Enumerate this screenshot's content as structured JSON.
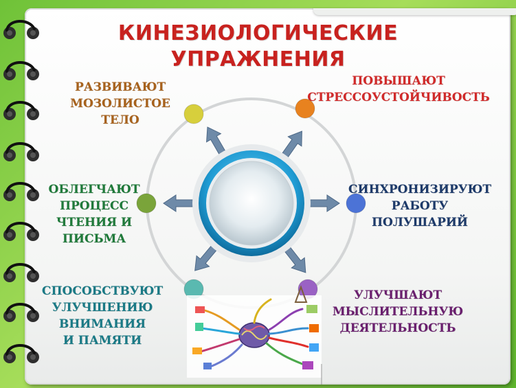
{
  "title": {
    "line1": "КИНЕЗИОЛОГИЧЕСКИЕ",
    "line2": "УПРАЖНЕНИЯ"
  },
  "labels": {
    "corpus": "РАЗВИВАЮТ\nМОЗОЛИСТОЕ\nТЕЛО",
    "stress": "ПОВЫШАЮТ\nСТРЕССОУСТОЙЧИВОСТЬ",
    "reading": "ОБЛЕГЧАЮТ\nПРОЦЕСС\nЧТЕНИЯ И\nПИСЬМА",
    "hemispheres": "СИНХРОНИЗИРУЮТ\nРАБОТУ\nПОЛУШАРИЙ",
    "attention": "СПОСОБСТВУЮТ\nУЛУЧШЕНИЮ\nВНИМАНИЯ\nИ ПАМЯТИ",
    "thinking": "УЛУЧШАЮТ\nМЫСЛИТЕЛЬНУЮ\nДЕЯТЕЛЬНОСТЬ"
  },
  "colors": {
    "title": "#c8221f",
    "corpus_text": "#a8621c",
    "stress_text": "#d22a2a",
    "reading_text": "#1f7a3a",
    "hemispheres_text": "#1d3a6a",
    "attention_text": "#1a7a86",
    "thinking_text": "#6a1f6e",
    "dot_corpus": "#d7cf3c",
    "dot_stress": "#e8821f",
    "dot_reading": "#7aa43a",
    "dot_hemispheres": "#4c73d6",
    "dot_attention": "#5ab9b0",
    "dot_thinking": "#9a62c4",
    "hub": "#2aa6d9"
  },
  "icons": [
    "ring-binder-icon",
    "brain-mindmap-illustration"
  ]
}
